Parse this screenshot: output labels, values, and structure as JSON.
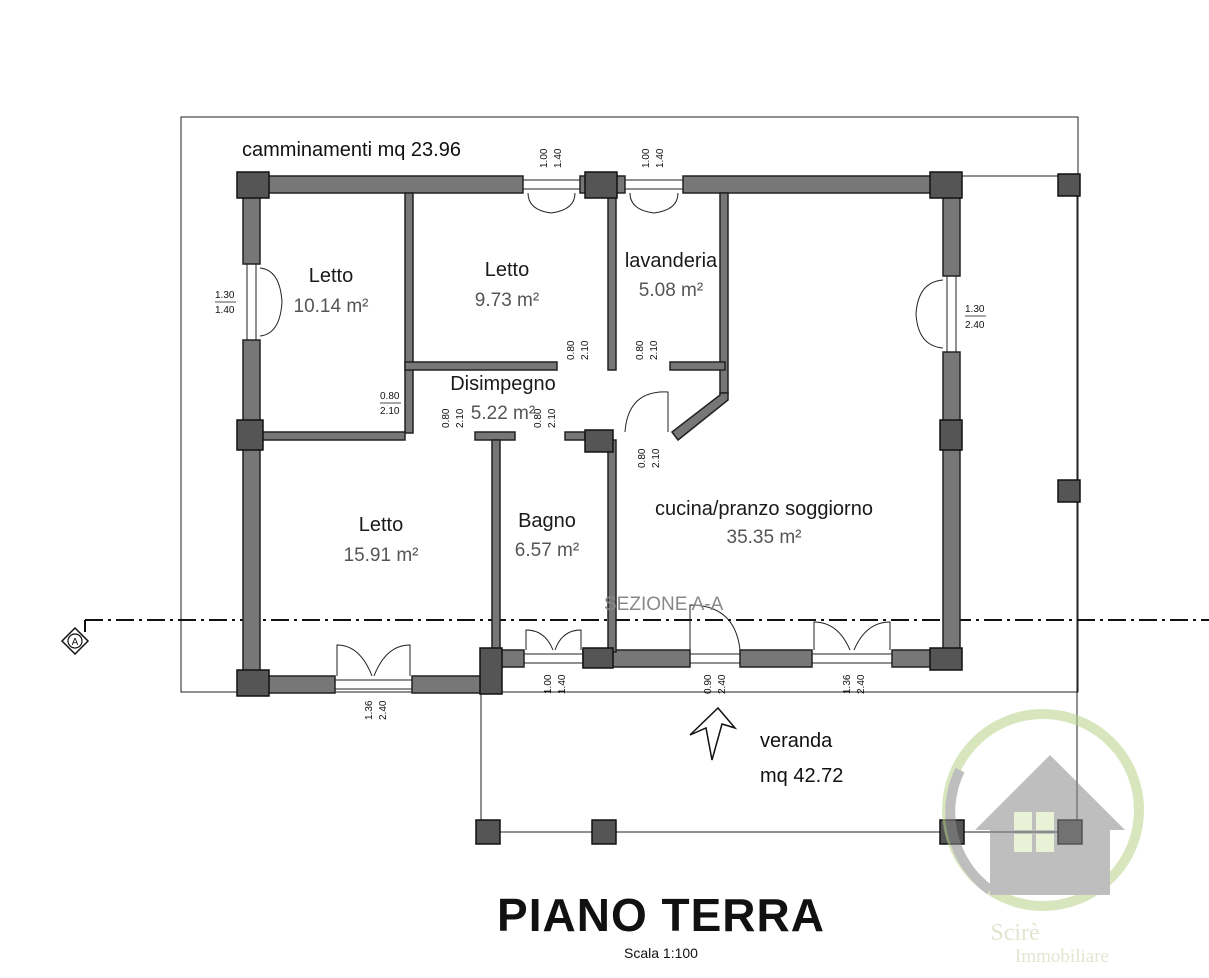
{
  "plan": {
    "outer_label": "camminamenti mq 23.96",
    "rooms": [
      {
        "id": "letto-1",
        "name": "Letto",
        "area": "10.14 m²"
      },
      {
        "id": "letto-2",
        "name": "Letto",
        "area": "9.73 m²"
      },
      {
        "id": "lavanderia",
        "name": "lavanderia",
        "area": "5.08 m²"
      },
      {
        "id": "disimpegno",
        "name": "Disimpegno",
        "area": "5.22 m²"
      },
      {
        "id": "letto-3",
        "name": "Letto",
        "area": "15.91 m²"
      },
      {
        "id": "bagno",
        "name": "Bagno",
        "area": "6.57 m²"
      },
      {
        "id": "cucina",
        "name": "cucina/pranzo soggiorno",
        "area": "35.35 m²"
      }
    ],
    "veranda": {
      "name": "veranda",
      "area": "mq 42.72"
    },
    "section_label": "SEZIONE A-A",
    "section_marker": "A",
    "openings": {
      "top_window_1": {
        "w": "1.00",
        "h": "1.40"
      },
      "top_window_2": {
        "w": "1.00",
        "h": "1.40"
      },
      "left_window": {
        "w": "1.30",
        "h": "1.40"
      },
      "right_window": {
        "w": "1.30",
        "h": "2.40"
      },
      "door_letto2": {
        "w": "0.80",
        "h": "2.10"
      },
      "door_lavanderia": {
        "w": "0.80",
        "h": "2.10"
      },
      "door_letto1": {
        "w": "0.80",
        "h": "2.10"
      },
      "door_letto3": {
        "w": "0.80",
        "h": "2.10"
      },
      "door_bagno": {
        "w": "0.80",
        "h": "2.10"
      },
      "door_cucina": {
        "w": "0.80",
        "h": "2.10"
      },
      "bottom_window_letto3": {
        "w": "1.36",
        "h": "2.40"
      },
      "bottom_window_bagno": {
        "w": "1.00",
        "h": "1.40"
      },
      "bottom_door_cucina": {
        "w": "0.90",
        "h": "2.40"
      },
      "bottom_window_cucina": {
        "w": "1.36",
        "h": "2.40"
      }
    }
  },
  "footer": {
    "title": "PIANO TERRA",
    "scale": "Scala 1:100"
  },
  "logo": {
    "brand": "Scirè",
    "sub": "Immobiliare"
  },
  "colors": {
    "wall": "#777777",
    "pillar": "#555555",
    "logo_green": "#b9d28a",
    "logo_gray": "#8a8a8a"
  }
}
